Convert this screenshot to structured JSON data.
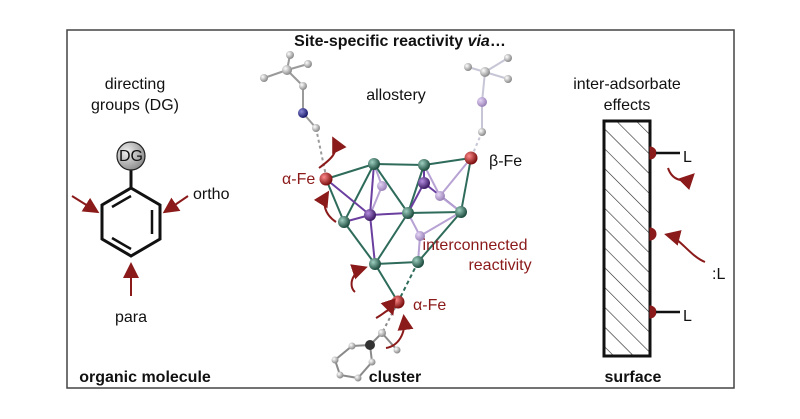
{
  "title": {
    "main": "Site-specific reactivity ",
    "italic": "via",
    "suffix": "…"
  },
  "left": {
    "label_line1": "directing",
    "label_line2": "groups (DG)",
    "dg_badge": "DG",
    "ortho": "ortho",
    "para": "para",
    "caption": "organic molecule"
  },
  "center": {
    "allostery": "allostery",
    "alpha_fe_top": "α-Fe",
    "beta_fe": "β-Fe",
    "alpha_fe_bottom": "α-Fe",
    "interconnected_line1": "interconnected",
    "interconnected_line2": "reactivity",
    "caption": "cluster"
  },
  "right": {
    "label_line1": "inter-adsorbate",
    "label_line2": "effects",
    "ligand_top": "L",
    "ligand_free": ":L",
    "ligand_bottom": "L",
    "caption": "surface"
  },
  "colors": {
    "accent_red": "#8b1a1a",
    "frame": "#444444",
    "teal_atom": "#2e6b5a",
    "purple_atom": "#5a2d82",
    "fe_atom": "#a01818"
  }
}
